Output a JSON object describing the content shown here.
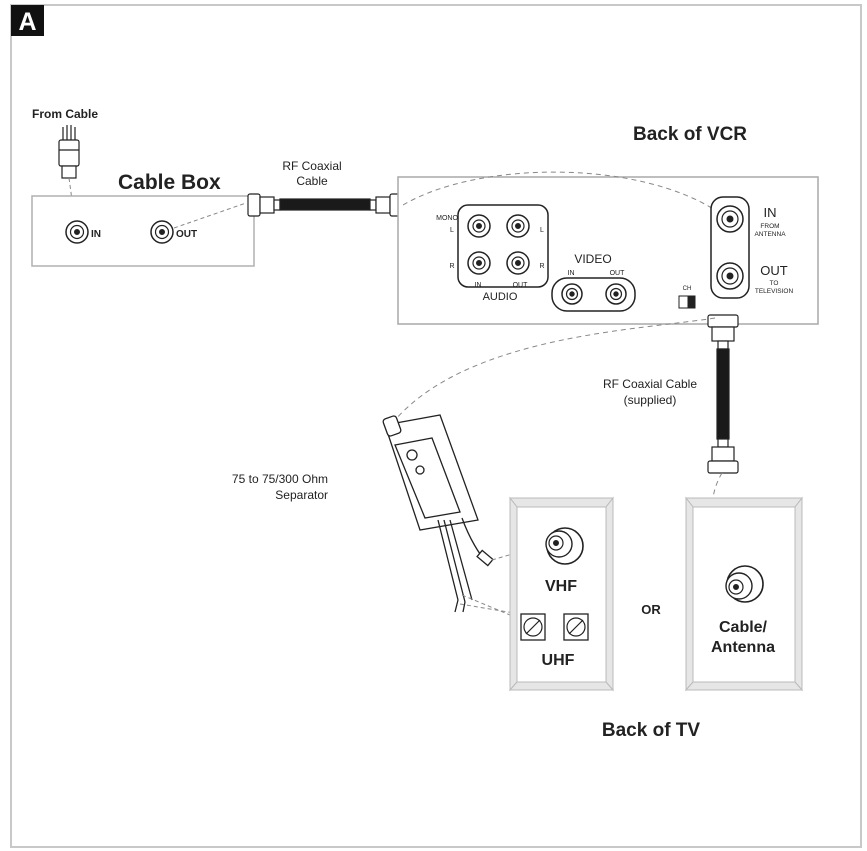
{
  "badge": "A",
  "labels": {
    "from_cable": "From Cable",
    "cable_box": "Cable Box",
    "box_in": "IN",
    "box_out": "OUT",
    "rf_coax_1": "RF Coaxial",
    "rf_coax_2": "Cable",
    "back_of_vcr": "Back of VCR",
    "mono": "MONO",
    "l": "L",
    "r": "R",
    "audio_in": "IN",
    "audio_out": "OUT",
    "audio": "AUDIO",
    "video": "VIDEO",
    "video_in": "IN",
    "video_out": "OUT",
    "ch": "CH",
    "vcr_in": "IN",
    "from_antenna_1": "FROM",
    "from_antenna_2": "ANTENNA",
    "vcr_out": "OUT",
    "to_tv_1": "TO",
    "to_tv_2": "TELEVISION",
    "rf_supplied_1": "RF Coaxial Cable",
    "rf_supplied_2": "(supplied)",
    "separator_1": "75 to 75/300 Ohm",
    "separator_2": "Separator",
    "vhf": "VHF",
    "uhf": "UHF",
    "or": "OR",
    "cable_antenna_1": "Cable/",
    "cable_antenna_2": "Antenna",
    "back_of_tv": "Back of TV"
  }
}
